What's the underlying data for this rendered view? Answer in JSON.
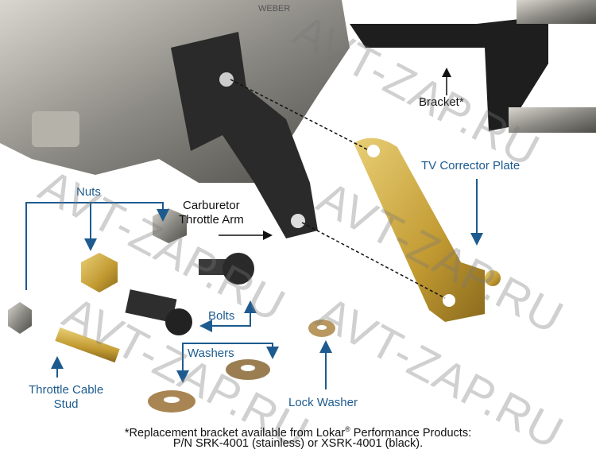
{
  "labels": {
    "bracket": "Bracket*",
    "tv_corrector_plate": "TV Corrector Plate",
    "nuts": "Nuts",
    "carburetor_throttle_arm_line1": "Carburetor",
    "carburetor_throttle_arm_line2": "Throttle Arm",
    "bolts": "Bolts",
    "washers": "Washers",
    "throttle_cable_stud_line1": "Throttle Cable",
    "throttle_cable_stud_line2": "Stud",
    "lock_washer": "Lock Washer",
    "carb_casting": "WEBER"
  },
  "footnote": {
    "line1_a": "*Replacement bracket available from Lokar",
    "registered": "®",
    "line1_b": " Performance Products:",
    "line2": "P/N SRK-4001 (stainless) or XSRK-4001 (black)."
  },
  "watermark": "AVT-ZAP.RU",
  "colors": {
    "label_blue": "#1d5b8f",
    "arrow_blue": "#1d5b8f",
    "brass": "#c9a43a"
  }
}
